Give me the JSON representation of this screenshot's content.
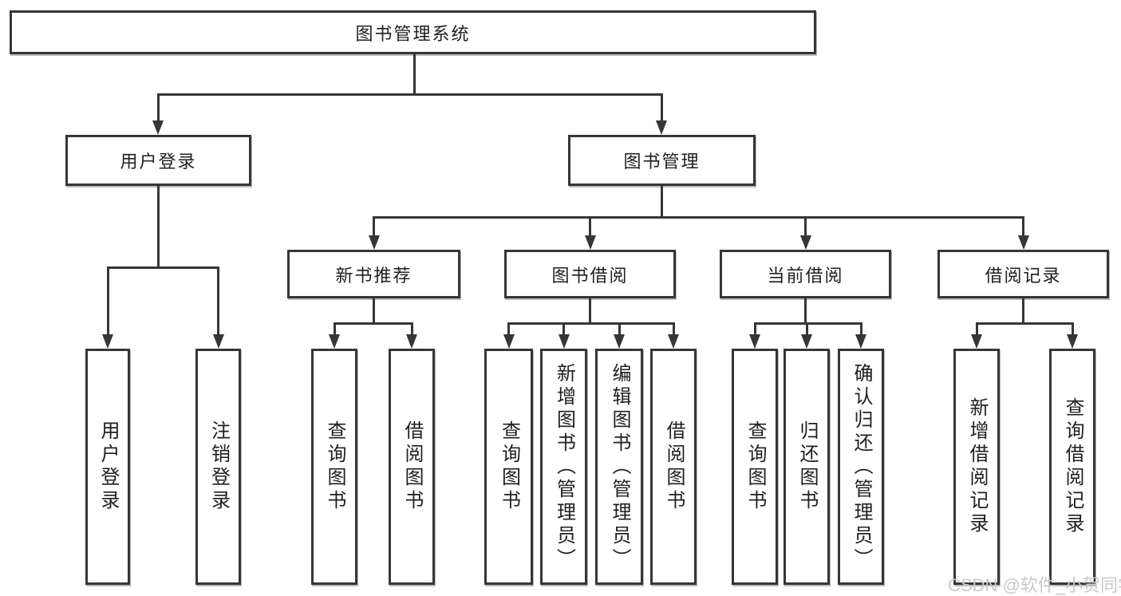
{
  "diagram": {
    "type": "org-tree",
    "root": {
      "label": "图书管理系统",
      "children": [
        {
          "label": "用户登录",
          "children": [
            {
              "label": "用户登录"
            },
            {
              "label": "注销登录"
            }
          ]
        },
        {
          "label": "图书管理",
          "children": [
            {
              "label": "新书推荐",
              "children": [
                {
                  "label": "查询图书"
                },
                {
                  "label": "借阅图书"
                }
              ]
            },
            {
              "label": "图书借阅",
              "children": [
                {
                  "label": "查询图书"
                },
                {
                  "label": "新增图书（管理员）"
                },
                {
                  "label": "编辑图书（管理员）"
                },
                {
                  "label": "借阅图书"
                }
              ]
            },
            {
              "label": "当前借阅",
              "children": [
                {
                  "label": "查询图书"
                },
                {
                  "label": "归还图书"
                },
                {
                  "label": "确认归还（管理员）"
                }
              ]
            },
            {
              "label": "借阅记录",
              "children": [
                {
                  "label": "新增借阅记录"
                },
                {
                  "label": "查询借阅记录"
                }
              ]
            }
          ]
        }
      ]
    },
    "colors": {
      "line": "#363636",
      "text": "#1f1f1f",
      "background": "#ffffff",
      "watermark": "#c9c9c9"
    }
  },
  "watermark": {
    "text": "CSDN @软件_小贺同学"
  }
}
